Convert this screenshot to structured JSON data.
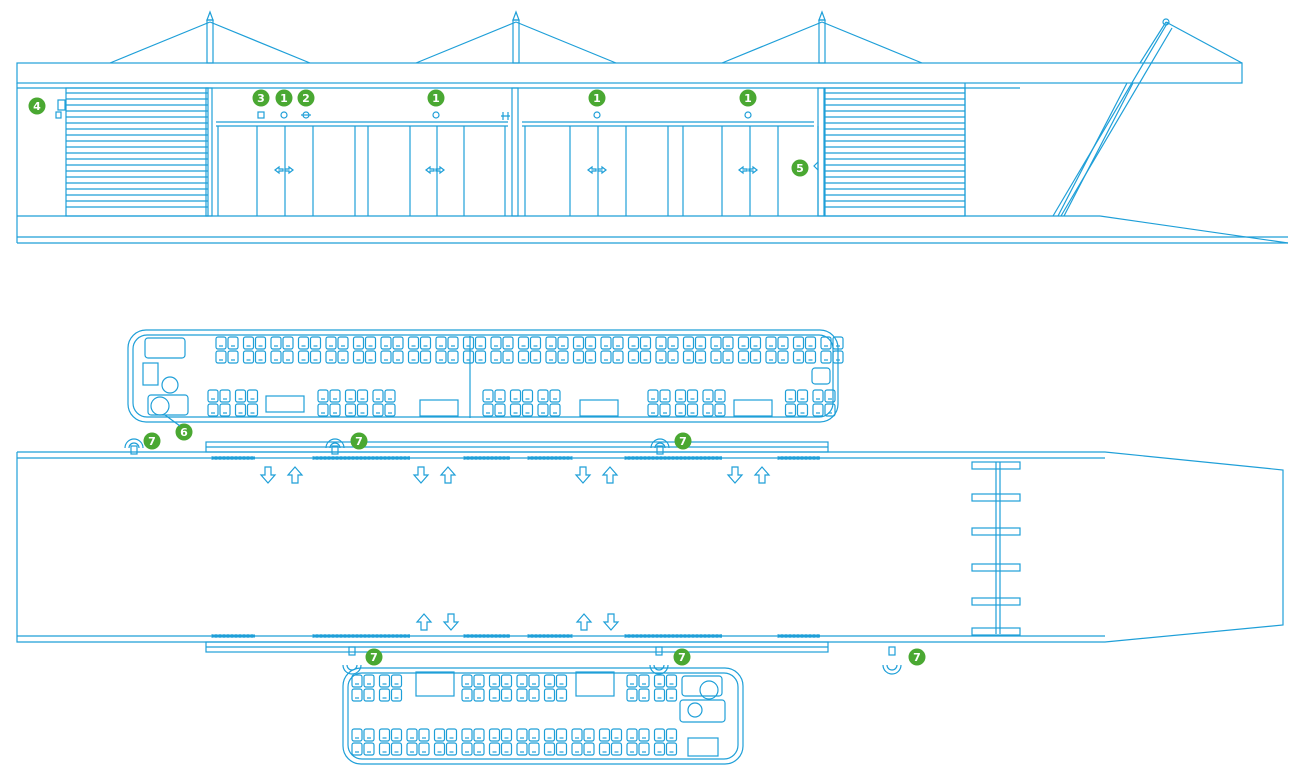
{
  "diagram": {
    "line_color": "#1e9fd8",
    "marker_color": "#4aa832",
    "marker_text_color": "#ffffff",
    "elevation_markers": [
      {
        "label": "3",
        "meaning": "icon"
      },
      {
        "label": "1",
        "meaning": "icon"
      },
      {
        "label": "2",
        "meaning": "icon"
      },
      {
        "label": "1",
        "meaning": "icon"
      },
      {
        "label": "1",
        "meaning": "icon"
      },
      {
        "label": "1",
        "meaning": "icon"
      },
      {
        "label": "4",
        "meaning": "icon"
      },
      {
        "label": "5",
        "meaning": "icon"
      }
    ],
    "plan_markers": [
      {
        "label": "6"
      },
      {
        "label": "7"
      },
      {
        "label": "7"
      },
      {
        "label": "7"
      },
      {
        "label": "7"
      },
      {
        "label": "7"
      },
      {
        "label": "7"
      }
    ],
    "icons": {
      "sensor": "wifi-signal-icon",
      "door_arrows": "sliding-door-arrows-icon",
      "boarding_arrows": "boarding-arrow-icon"
    }
  }
}
